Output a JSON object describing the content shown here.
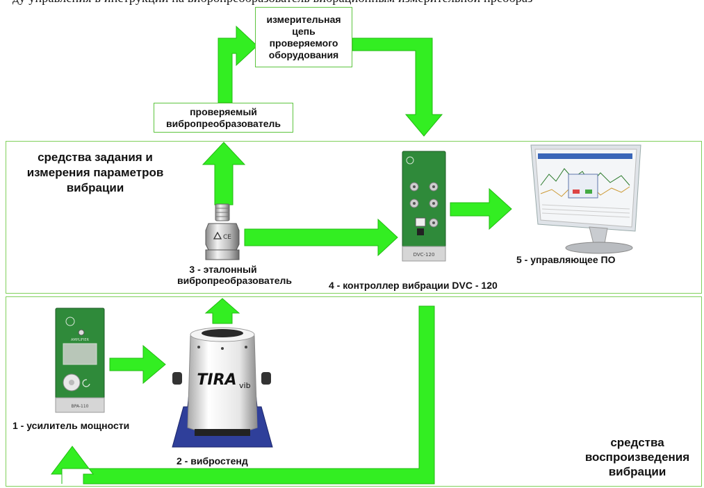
{
  "top_text": "ду управления в инструкции на вибропреобразователь вибрационным измерительной преобраз",
  "boxes": {
    "measuring_chain": "измерительная цепь проверяемого оборудования",
    "tested_transducer": "проверяемый вибропреобразователь"
  },
  "sections": {
    "measurement": "средства задания и измерения параметров вибрации",
    "reproduction": "средства воспроизведения вибрации"
  },
  "devices": {
    "amplifier": "1 - усилитель мощности",
    "shaker": "2 - вибростенд",
    "reference": "3 - эталонный вибропреобразователь",
    "controller": "4 - контроллер вибрации DVC - 120",
    "software": "5 - управляющее ПО"
  },
  "device_marks": {
    "shaker_brand": "TIRA",
    "shaker_brand_suffix": "vib",
    "controller_model": "DVC-120",
    "amplifier_model": "BPA-110",
    "amplifier_display": "AMPLIFIER"
  },
  "colors": {
    "arrow": "#33ee22",
    "arrow_stroke": "#22bb11",
    "panel_border": "#7fd05a",
    "device_green": "#2f8a3a",
    "stand_blue": "#2f3f9a"
  }
}
